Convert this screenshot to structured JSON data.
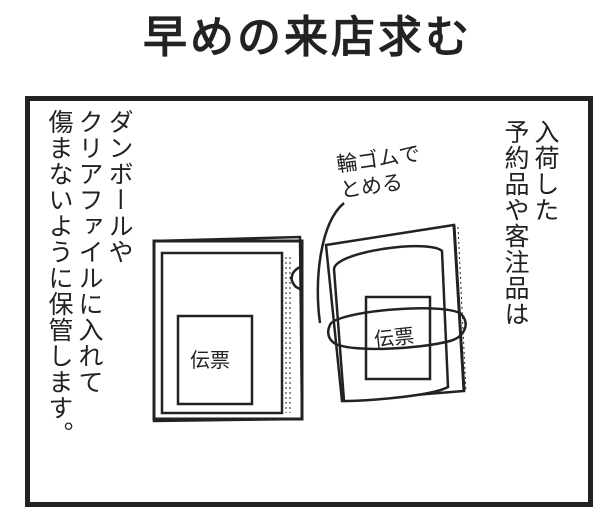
{
  "title": "早めの来店求む",
  "caption_right": [
    "入荷した",
    "予約品や客注品は"
  ],
  "caption_left": [
    "ダンボールや",
    "クリアファイルに入れて",
    "傷まないように保管します。"
  ],
  "annotation": [
    "輪ゴムで",
    "とめる"
  ],
  "slip_left_label": "伝票",
  "slip_right_label": "伝票",
  "colors": {
    "ink": "#222222",
    "paper": "#ffffff",
    "tone": "#d9d9d9"
  }
}
